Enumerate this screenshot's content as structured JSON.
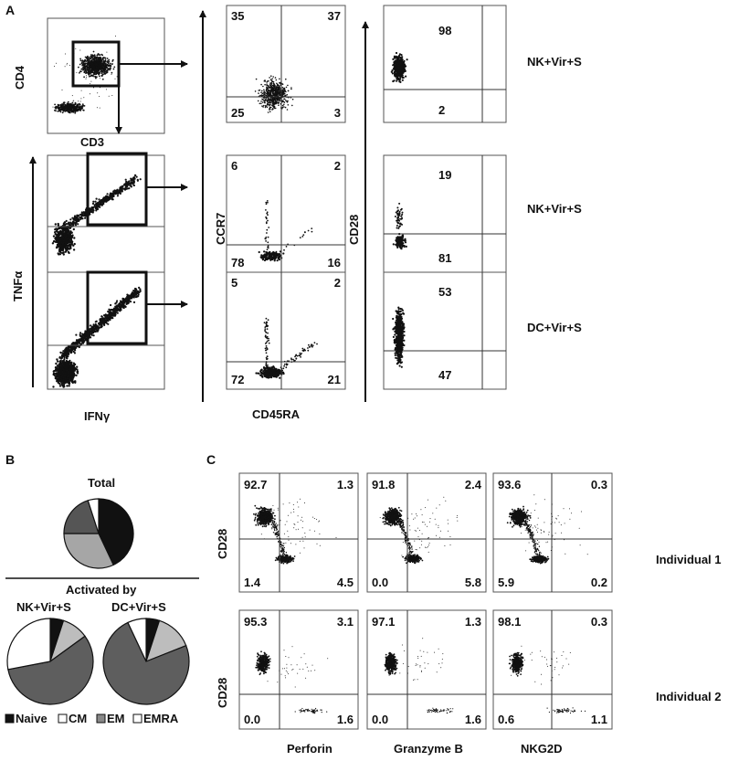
{
  "panel_a": {
    "label": "A",
    "gating": [
      {
        "y_label": "CD4",
        "x_label": "CD3"
      },
      {
        "y_label": "TNFα",
        "x_label": "IFNγ"
      }
    ],
    "ccr7_axis": "CCR7",
    "cd45ra_axis": "CD45RA",
    "cd28_axis": "CD28",
    "rows": [
      {
        "condition": "NK+Vir+S",
        "memory_quadrants": {
          "ul": "35",
          "ur": "37",
          "ll": "25",
          "lr": "3"
        },
        "cd28": {
          "top": "98",
          "bottom": "2"
        }
      },
      {
        "condition": "NK+Vir+S",
        "memory_quadrants": {
          "ul": "6",
          "ur": "2",
          "ll": "78",
          "lr": "16"
        },
        "cd28": {
          "top": "19",
          "bottom": "81"
        }
      },
      {
        "condition": "DC+Vir+S",
        "memory_quadrants": {
          "ul": "5",
          "ur": "2",
          "ll": "72",
          "lr": "21"
        },
        "cd28": {
          "top": "53",
          "bottom": "47"
        }
      }
    ]
  },
  "panel_b": {
    "label": "B",
    "total_title": "Total",
    "activated_title": "Activated by",
    "pie_labels": [
      "NK+Vir+S",
      "DC+Vir+S"
    ],
    "legend": [
      {
        "name": "Naive",
        "color": "#111111"
      },
      {
        "name": "CM",
        "color": "#ffffff"
      },
      {
        "name": "EM",
        "color": "#888888"
      },
      {
        "name": "EMRA",
        "color": "#ffffff"
      }
    ]
  },
  "panel_c": {
    "label": "C",
    "y_label": "CD28",
    "x_labels": [
      "Perforin",
      "Granzyme B",
      "NKG2D"
    ],
    "row_labels": [
      "Individual 1",
      "Individual 2"
    ],
    "quadrants": [
      [
        {
          "ul": "92.7",
          "ur": "1.3",
          "ll": "1.4",
          "lr": "4.5"
        },
        {
          "ul": "91.8",
          "ur": "2.4",
          "ll": "0.0",
          "lr": "5.8"
        },
        {
          "ul": "93.6",
          "ur": "0.3",
          "ll": "5.9",
          "lr": "0.2"
        }
      ],
      [
        {
          "ul": "95.3",
          "ur": "3.1",
          "ll": "0.0",
          "lr": "1.6"
        },
        {
          "ul": "97.1",
          "ur": "1.3",
          "ll": "0.0",
          "lr": "1.6"
        },
        {
          "ul": "98.1",
          "ur": "0.3",
          "ll": "0.6",
          "lr": "1.1"
        }
      ]
    ]
  },
  "chart_data": [
    {
      "type": "pie",
      "title": "Total",
      "categories": [
        "Naive",
        "CM",
        "EM",
        "EMRA"
      ],
      "values": [
        43,
        32,
        20,
        5
      ]
    },
    {
      "type": "pie",
      "title": "NK+Vir+S",
      "categories": [
        "Naive",
        "CM",
        "EM",
        "EMRA"
      ],
      "values": [
        5,
        10,
        57,
        28
      ]
    },
    {
      "type": "pie",
      "title": "DC+Vir+S",
      "categories": [
        "Naive",
        "CM",
        "EM",
        "EMRA"
      ],
      "values": [
        5,
        14,
        74,
        7
      ]
    }
  ]
}
